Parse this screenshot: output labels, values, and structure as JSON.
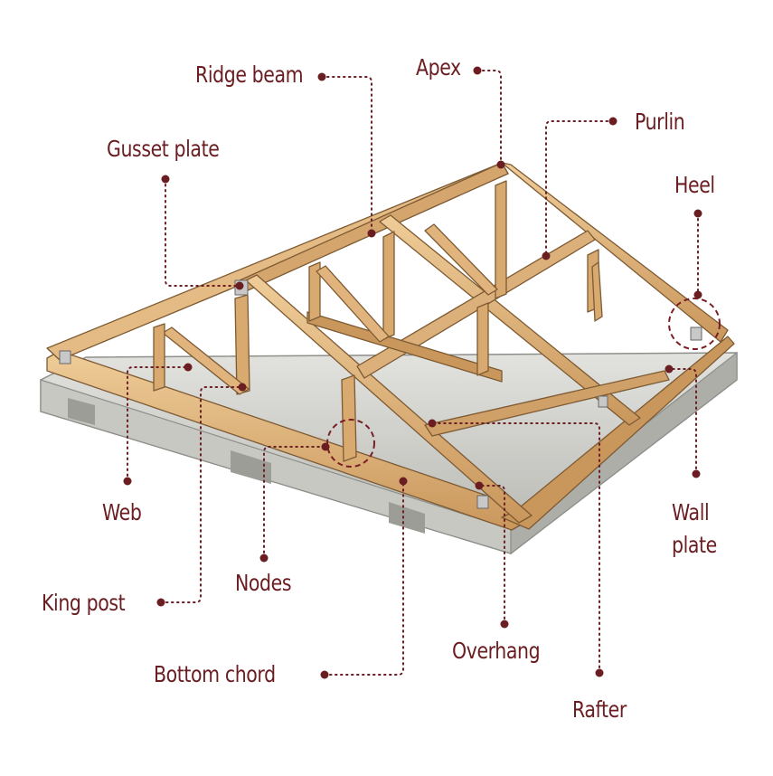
{
  "labels": {
    "ridge_beam": "Ridge beam",
    "apex": "Apex",
    "purlin": "Purlin",
    "gusset_plate": "Gusset plate",
    "heel": "Heel",
    "web": "Web",
    "wall_plate_1": "Wall",
    "wall_plate_2": "plate",
    "nodes": "Nodes",
    "king_post": "King post",
    "overhang": "Overhang",
    "bottom_chord": "Bottom chord",
    "rafter": "Rafter"
  },
  "colors": {
    "label": "#6a1e22",
    "wood": "#d9b07c",
    "wood_dark": "#b98a55",
    "wood_light": "#ecc997",
    "concrete": "#d6d6d2",
    "concrete_dark": "#b9b9b4"
  }
}
